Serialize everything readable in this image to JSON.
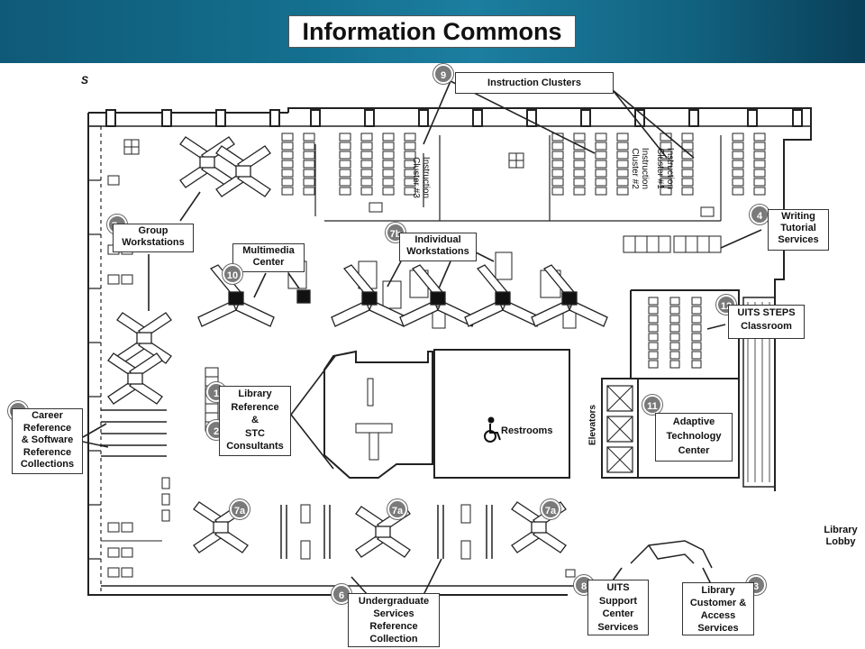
{
  "title": "Information Commons",
  "compass": "S",
  "labels": {
    "instruction_clusters": "Instruction Clusters",
    "group_workstations": "Group\nWorkstations",
    "multimedia_center": "Multimedia\nCenter",
    "individual_workstations": "Individual\nWorkstations",
    "writing_tutorial": "Writing\nTutorial\nServices",
    "uits_steps": "UITS STEPS\nClassroom",
    "library_reference": "Library\nReference\n&\nSTC\nConsultants",
    "career_reference": "Career\nReference\n& Software\nReference\nCollections",
    "restrooms": "Restrooms",
    "elevators": "Elevators",
    "adaptive_tech": "Adaptive\nTechnology\nCenter",
    "library_lobby": "Library\nLobby",
    "undergrad_services": "Undergraduate\nServices\nReference\nCollection",
    "uits_support": "UITS\nSupport\nCenter\nServices",
    "library_customer": "Library\nCustomer &\nAccess\nServices",
    "cluster_3": "Instruction\nCluster #3",
    "cluster_2": "Instruction\nCluster #2",
    "cluster_1": "Instruction\nCluster #1"
  },
  "badges": {
    "b9": "9",
    "b7a_1": "7a",
    "b10": "10",
    "b7b": "7b",
    "b4": "4",
    "b12": "12",
    "b1": "1",
    "b2": "2",
    "b5": "5",
    "b11": "11",
    "b7a_2": "7a",
    "b7a_3": "7a",
    "b7a_4": "7a",
    "b6": "6",
    "b8": "8",
    "b3": "3"
  },
  "colors": {
    "header_dark": "#0a3f58",
    "header_light": "#1c7ea0",
    "badge": "#7a7a7a",
    "line": "#222222"
  }
}
